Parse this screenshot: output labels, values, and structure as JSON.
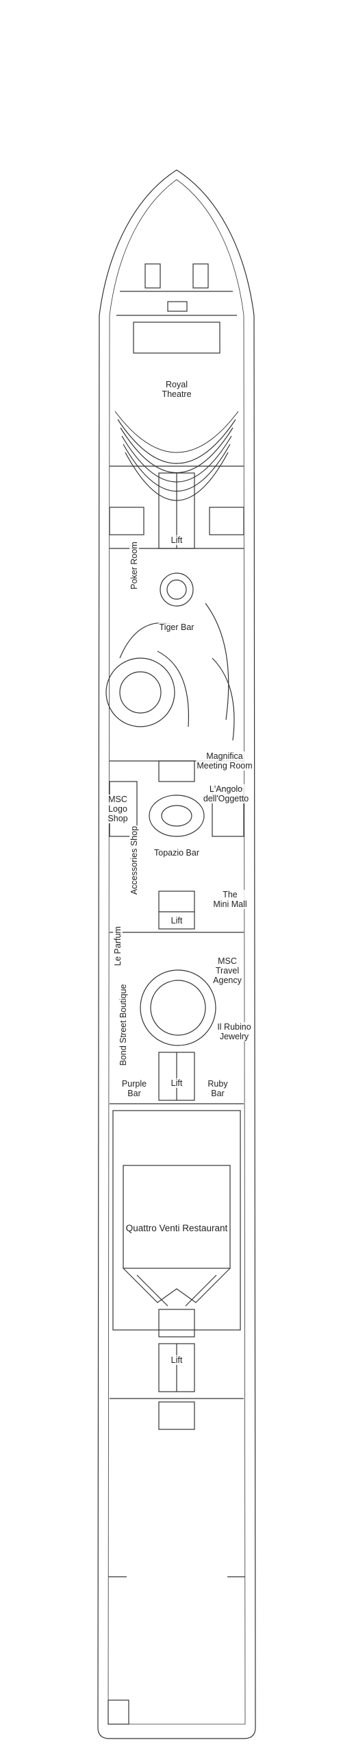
{
  "deck_plan": {
    "areas": {
      "royal_theatre": "Royal\nTheatre",
      "lift_1": "Lift",
      "poker_room": "Poker Room",
      "tiger_bar": "Tiger Bar",
      "magnifica_meeting_room": "Magnifica\nMeeting Room",
      "msc_logo_shop": "MSC\nLogo\nShop",
      "langolo_delloggetto": "L'Angolo\ndell'Oggetto",
      "accessories_shop": "Accessories Shop",
      "topazio_bar": "Topazio Bar",
      "le_parfum": "Le Parfum",
      "the_mini_mall": "The\nMini Mall",
      "lift_2": "Lift",
      "msc_travel_agency": "MSC\nTravel\nAgency",
      "bond_street_boutique": "Bond Street\nBoutique",
      "il_rubino_jewelry": "Il Rubino\nJewelry",
      "purple_bar": "Purple\nBar",
      "lift_3": "Lift",
      "ruby_bar": "Ruby\nBar",
      "quattro_venti_restaurant": "Quattro Venti Restaurant",
      "lift_4": "Lift"
    }
  }
}
